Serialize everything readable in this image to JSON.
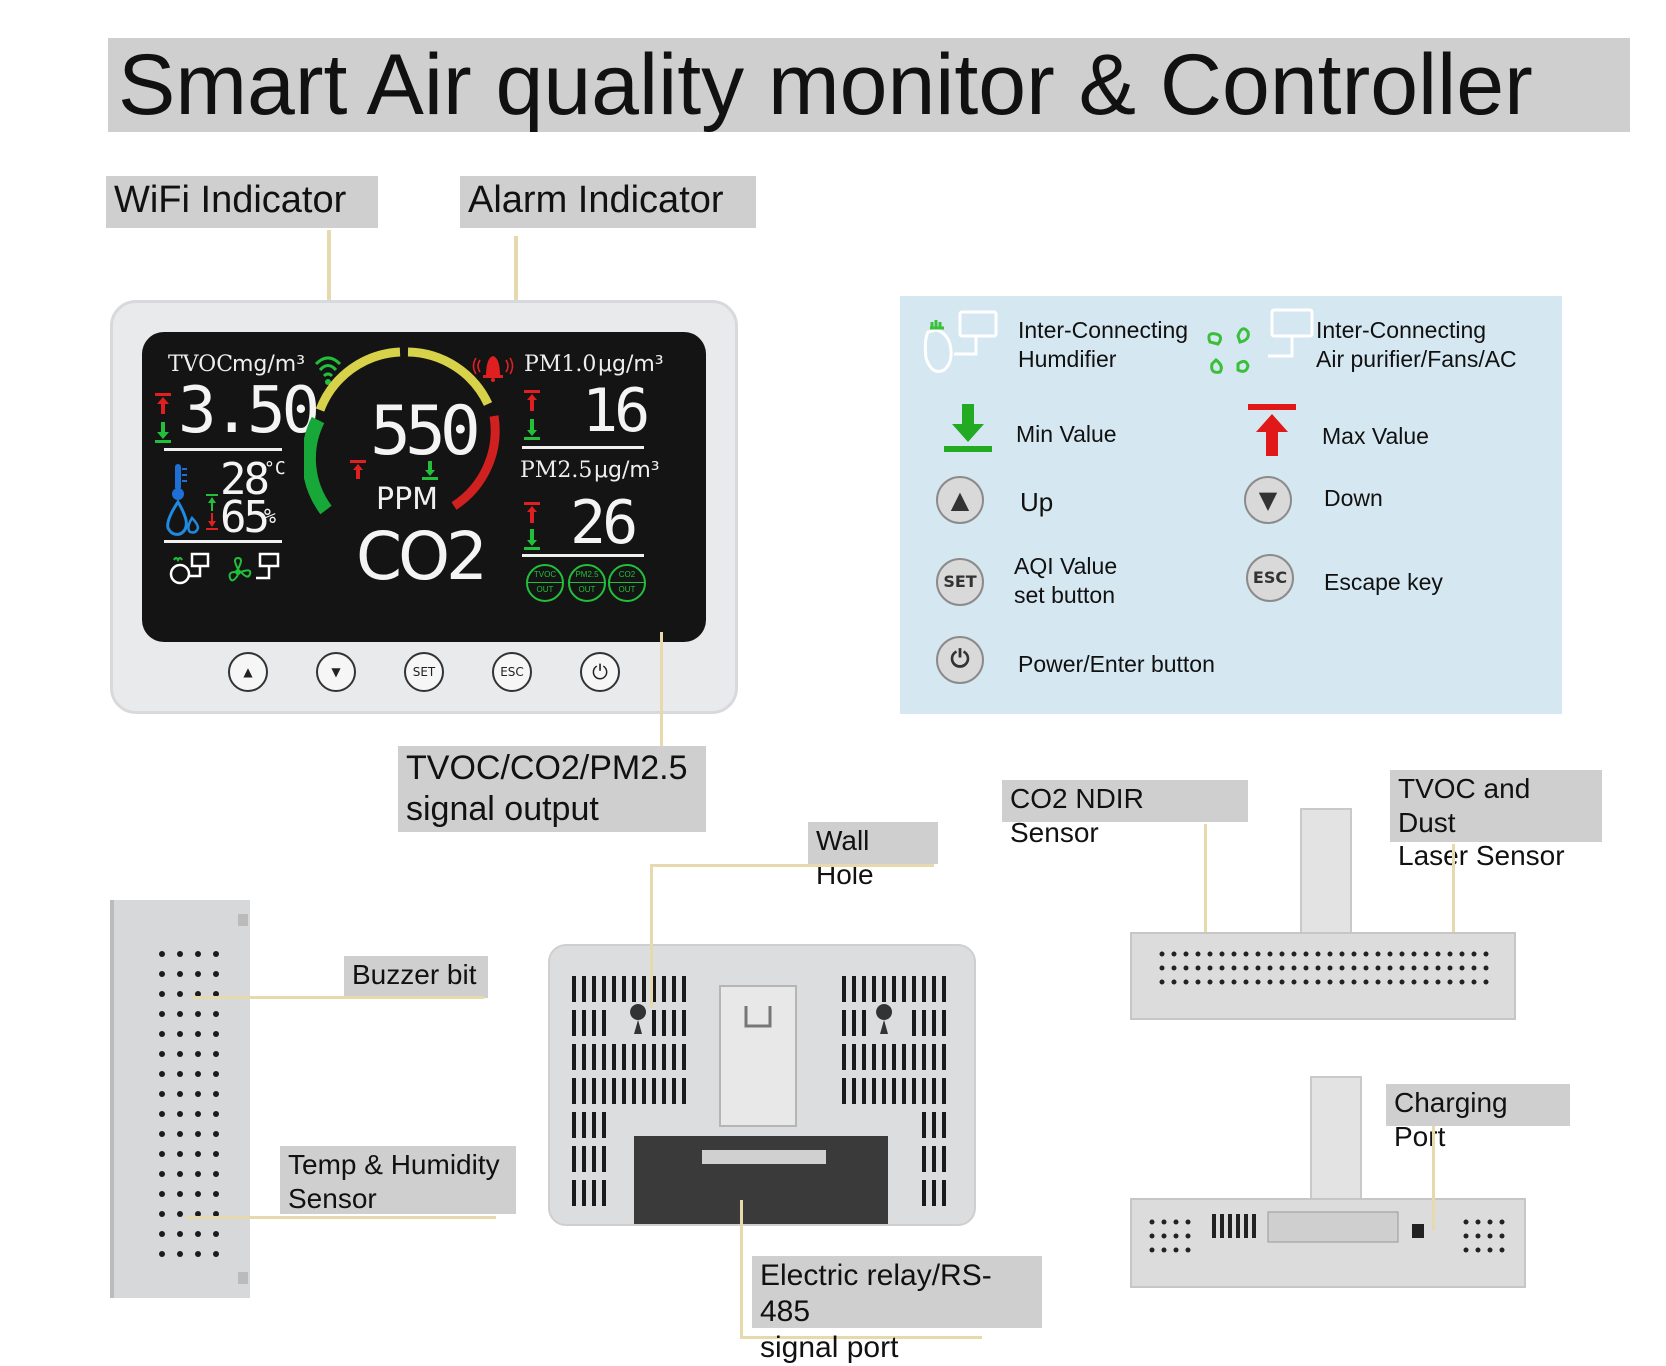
{
  "title": "Smart Air quality monitor & Controller",
  "callouts": {
    "wifi": "WiFi Indicator",
    "alarm": "Alarm Indicator",
    "signal_output_line1": "TVOC/CO2/PM2.5",
    "signal_output_line2": "signal output",
    "wall_hole": "Wall Hole",
    "co2_sensor": "CO2 NDIR Sensor",
    "tvoc_dust_line1": "TVOC and Dust",
    "tvoc_dust_line2": "Laser Sensor",
    "buzzer": "Buzzer bit",
    "temp_hum_line1": "Temp & Humidity",
    "temp_hum_line2": "Sensor",
    "relay_line1": "Electric relay/RS-485",
    "relay_line2": "signal port",
    "charging": "Charging Port"
  },
  "screen": {
    "tvoc_label": "TVOC",
    "tvoc_unit": "mg/m³",
    "tvoc_value": "3.50",
    "temp_value": "28",
    "temp_unit": "°C",
    "humidity_value": "65",
    "humidity_unit": "%",
    "co2_value": "550",
    "co2_unit": "PPM",
    "co2_label": "CO2",
    "pm10_label": "PM1.0",
    "pm10_unit": "μg/m³",
    "pm10_value": "16",
    "pm25_label": "PM2.5",
    "pm25_unit": "μg/m³",
    "pm25_value": "26",
    "out_tvoc_top": "TVOC",
    "out_pm_top": "PM2.5",
    "out_co2_top": "CO2",
    "out_bottom": "OUT"
  },
  "device_buttons": {
    "set": "SET",
    "esc": "ESC"
  },
  "legend": {
    "humidifier_line1": "Inter-Connecting",
    "humidifier_line2": "Humdifier",
    "purifier_line1": "Inter-Connecting",
    "purifier_line2": "Air purifier/Fans/AC",
    "min_value": "Min Value",
    "max_value": "Max Value",
    "up": "Up",
    "down": "Down",
    "aqi_line1": "AQI Value",
    "aqi_line2": "set button",
    "escape": "Escape key",
    "power": "Power/Enter button",
    "set_btn": "SET",
    "esc_btn": "ESC"
  },
  "colors": {
    "title_bg": "#cfcfcf",
    "panel_bg": "#d5e7f1",
    "leader_line": "#e6d9ad",
    "green": "#22a33a",
    "red": "#e02020",
    "yellow": "#d8d24a"
  }
}
